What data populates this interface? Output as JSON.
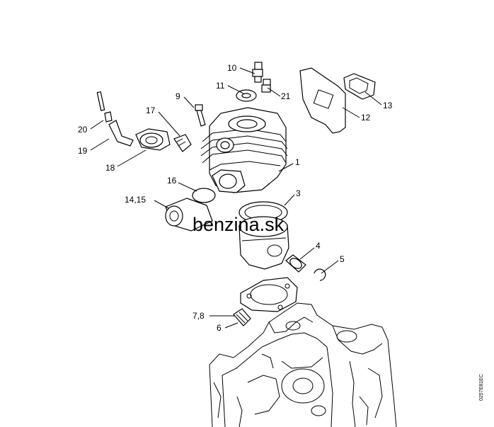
{
  "diagram": {
    "watermark": "benzina.sk",
    "drawing_code": "0257E81EC",
    "parts": [
      {
        "id": "p10",
        "label": "10"
      },
      {
        "id": "p11",
        "label": "11"
      },
      {
        "id": "p21",
        "label": "21"
      },
      {
        "id": "p9",
        "label": "9"
      },
      {
        "id": "p17",
        "label": "17"
      },
      {
        "id": "p20",
        "label": "20"
      },
      {
        "id": "p19",
        "label": "19"
      },
      {
        "id": "p18",
        "label": "18"
      },
      {
        "id": "p13",
        "label": "13"
      },
      {
        "id": "p12",
        "label": "12"
      },
      {
        "id": "p1",
        "label": "1"
      },
      {
        "id": "p16",
        "label": "16"
      },
      {
        "id": "p3",
        "label": "3"
      },
      {
        "id": "p1415",
        "label": "14,15"
      },
      {
        "id": "p4",
        "label": "4"
      },
      {
        "id": "p5",
        "label": "5"
      },
      {
        "id": "p78",
        "label": "7,8"
      },
      {
        "id": "p6",
        "label": "6"
      }
    ]
  }
}
